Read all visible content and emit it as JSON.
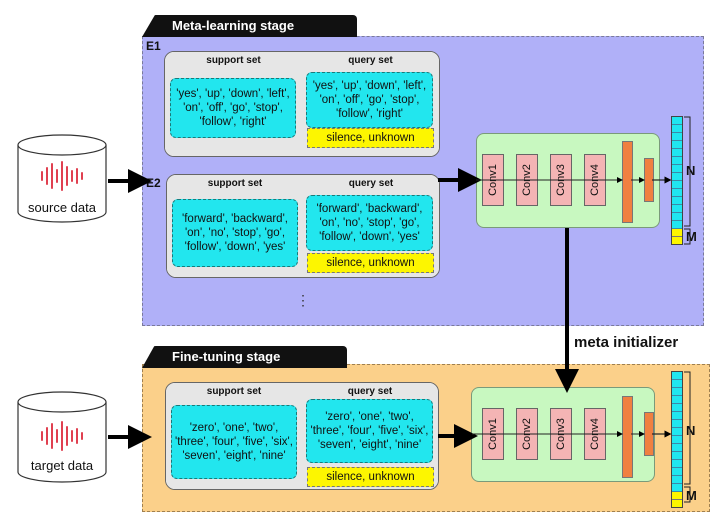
{
  "meta_stage": {
    "title": "Meta-learning stage",
    "episodes": [
      {
        "label": "E1",
        "support_title": "support set",
        "query_title": "query set",
        "support_words": "'yes', 'up', 'down', 'left', 'on', 'off', 'go', 'stop', 'follow', 'right'",
        "query_words": "'yes', 'up', 'down', 'left', 'on', 'off', 'go', 'stop', 'follow', 'right'",
        "query_extra": "silence, unknown"
      },
      {
        "label": "E2",
        "support_title": "support set",
        "query_title": "query set",
        "support_words": "'forward', 'backward', 'on', 'no', 'stop', 'go', 'follow', 'down', 'yes'",
        "query_words": "'forward', 'backward', 'on', 'no', 'stop', 'go', 'follow', 'down', 'yes'",
        "query_extra": "silence, unknown"
      }
    ],
    "ellipsis": "⋮"
  },
  "fine_stage": {
    "title": "Fine-tuning stage",
    "support_title": "support set",
    "query_title": "query set",
    "support_words": "'zero', 'one', 'two', 'three', 'four', 'five', 'six', 'seven', 'eight', 'nine'",
    "query_words": "'zero', 'one', 'two', 'three', 'four', 'five', 'six', 'seven', 'eight', 'nine'",
    "query_extra": "silence, unknown"
  },
  "sources": {
    "source_label": "source data",
    "target_label": "target data"
  },
  "network": {
    "layers": [
      "Conv1",
      "Conv2",
      "Conv3",
      "Conv4"
    ],
    "output_n": "N",
    "output_m": "M"
  },
  "meta_initializer": "meta initializer",
  "colors": {
    "meta_bg": "#b0b0f8",
    "fine_bg": "#fbd08a",
    "set_cyan": "#22e6ee",
    "extra_yellow": "#fdf600",
    "net_green": "#c8f8c0",
    "conv_pink": "#f4b4b4",
    "fc_orange": "#f08040"
  },
  "icons": [
    "database-icon",
    "waveform-icon",
    "arrow-right-icon",
    "arrow-down-icon"
  ]
}
